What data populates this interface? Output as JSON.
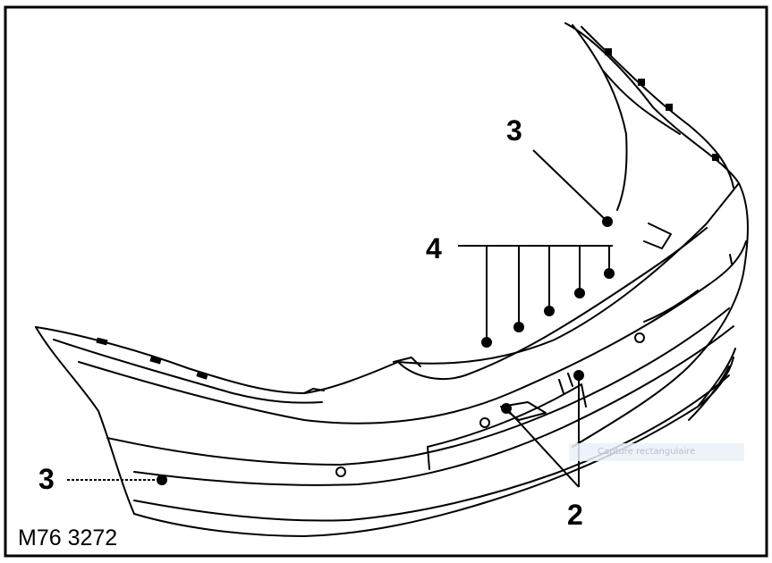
{
  "figure_ref": "M76 3272",
  "callouts": {
    "label_3_top": "3",
    "label_4": "4",
    "label_3_left": "3",
    "label_2": "2"
  },
  "watermark": "Capture rectangulaire",
  "colors": {
    "ink": "#000000",
    "paper": "#ffffff"
  }
}
